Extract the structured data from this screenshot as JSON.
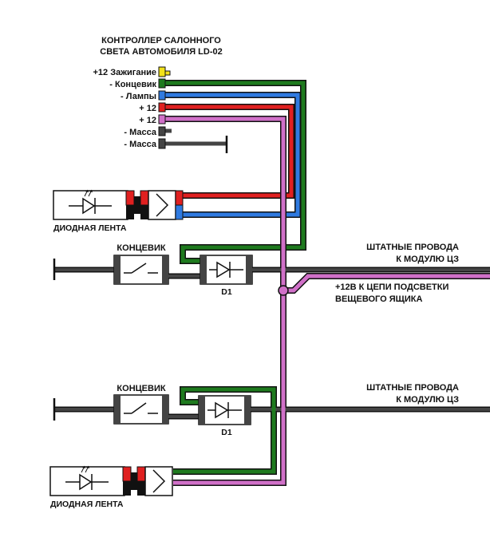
{
  "controller": {
    "title_line1": "КОНТРОЛЛЕР САЛОННОГО",
    "title_line2": "СВЕТА АВТОМОБИЛЯ LD-02",
    "pins": [
      {
        "label": "+12 Зажигание"
      },
      {
        "label": "- Концевик"
      },
      {
        "label": "- Лампы"
      },
      {
        "label": "+ 12"
      },
      {
        "label": "+ 12"
      },
      {
        "label": "- Масса"
      },
      {
        "label": "- Масса"
      }
    ]
  },
  "top": {
    "led_label": "ДИОДНАЯ ЛЕНТА",
    "switch_label": "КОНЦЕВИК",
    "diode_label": "D1",
    "wires_line1": "ШТАТНЫЕ ПРОВОДА",
    "wires_line2": "К МОДУЛЮ ЦЗ",
    "glovebox_line1": "+12В К ЦЕПИ ПОДСВЕТКИ",
    "glovebox_line2": "ВЕЩЕВОГО ЯЩИКА"
  },
  "bottom": {
    "led_label": "ДИОДНАЯ ЛЕНТА",
    "switch_label": "КОНЦЕВИК",
    "diode_label": "D1",
    "wires_line1": "ШТАТНЫЕ ПРОВОДА",
    "wires_line2": "К МОДУЛЮ ЦЗ"
  },
  "colors": {
    "ignition": "#f2e21a",
    "switch_wire": "#1e7a1e",
    "lamps": "#2f7ae0",
    "plus12": "#e02020",
    "plus12_pink": "#d070c8",
    "ground": "#444444"
  }
}
